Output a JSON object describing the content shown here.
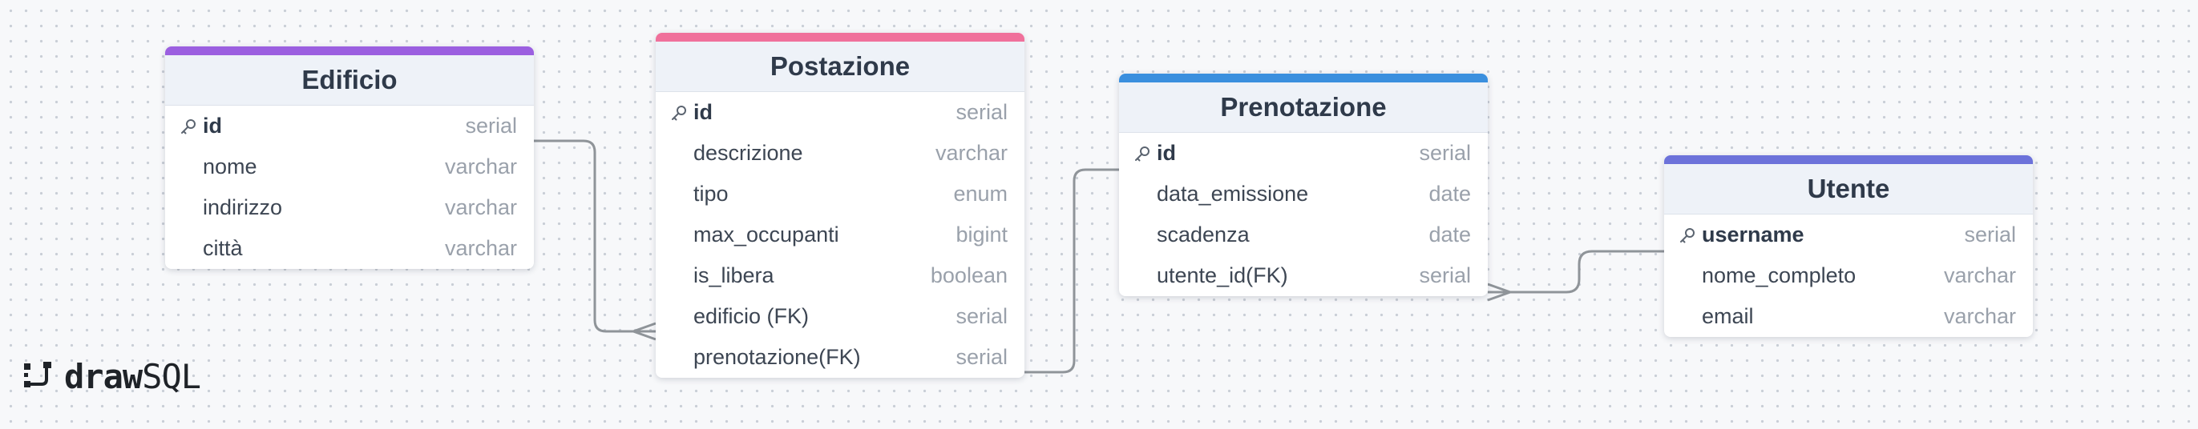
{
  "brand": {
    "word_bold": "draw",
    "word_light": "SQL",
    "icon": "drawsql-logo-icon"
  },
  "colors": {
    "background": "#f7f8fa",
    "edificio_accent": "#9b5fe0",
    "postazione_accent": "#f0709b",
    "prenotazione_accent": "#3a8fde",
    "utente_accent": "#6c72da",
    "connector": "#8f9499"
  },
  "tables": {
    "edificio": {
      "name": "Edificio",
      "columns": [
        {
          "name": "id",
          "type": "serial",
          "primary_key": true
        },
        {
          "name": "nome",
          "type": "varchar"
        },
        {
          "name": "indirizzo",
          "type": "varchar"
        },
        {
          "name": "città",
          "type": "varchar"
        }
      ]
    },
    "postazione": {
      "name": "Postazione",
      "columns": [
        {
          "name": "id",
          "type": "serial",
          "primary_key": true
        },
        {
          "name": "descrizione",
          "type": "varchar"
        },
        {
          "name": "tipo",
          "type": "enum"
        },
        {
          "name": "max_occupanti",
          "type": "bigint"
        },
        {
          "name": "is_libera",
          "type": "boolean"
        },
        {
          "name": "edificio (FK)",
          "type": "serial"
        },
        {
          "name": "prenotazione(FK)",
          "type": "serial"
        }
      ]
    },
    "prenotazione": {
      "name": "Prenotazione",
      "columns": [
        {
          "name": "id",
          "type": "serial",
          "primary_key": true
        },
        {
          "name": "data_emissione",
          "type": "date"
        },
        {
          "name": "scadenza",
          "type": "date"
        },
        {
          "name": "utente_id(FK)",
          "type": "serial"
        }
      ]
    },
    "utente": {
      "name": "Utente",
      "columns": [
        {
          "name": "username",
          "type": "serial",
          "primary_key": true
        },
        {
          "name": "nome_completo",
          "type": "varchar"
        },
        {
          "name": "email",
          "type": "varchar"
        }
      ]
    }
  },
  "relationships": [
    {
      "from": "edificio.id",
      "to": "postazione.edificio (FK)",
      "cardinality": "one-to-many"
    },
    {
      "from": "postazione.prenotazione(FK)",
      "to": "prenotazione.id",
      "cardinality": "one-to-one"
    },
    {
      "from": "utente.username",
      "to": "prenotazione.utente_id(FK)",
      "cardinality": "one-to-many"
    }
  ]
}
